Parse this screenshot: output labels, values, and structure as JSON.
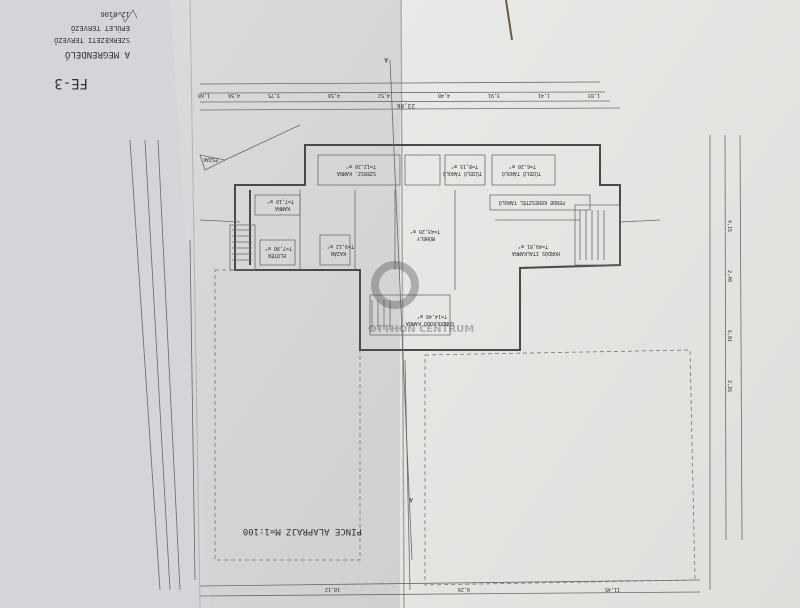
{
  "sheet": {
    "code": "FE-3",
    "title": "PINCE ALAPRAJZ M=1:100",
    "section_marker": "A",
    "north_label": "ÉSZAK",
    "watermark": "OTTHON CENTRUM"
  },
  "title_block": [
    "A MEGRENDELŐ",
    "SZERKEZETI TERVEZŐ",
    "ÉPÜLET TERVEZŐ",
    "12-0106"
  ],
  "rooms": [
    {
      "name": "MŰHELY",
      "area": "T=43,20 m²"
    },
    {
      "name": "TÜZELŐ TÁROLÓ",
      "area": "T=8,15 m²"
    },
    {
      "name": "TÜZELŐ TÁROLÓ",
      "area": "T=6,20 m²"
    },
    {
      "name": "HORDÓS ITALKAMRA",
      "area": "T=49,81 m²"
    },
    {
      "name": "KAZÁN",
      "area": "T=9,12 m²"
    },
    {
      "name": "ELŐTÉR",
      "area": "T=7,90 m²"
    },
    {
      "name": "SZERSZ. KAMRA",
      "area": "T=12,20 m²"
    },
    {
      "name": "KAMRA",
      "area": "T=7,10 m²"
    },
    {
      "name": "GONDOLKODÓ KAMRA",
      "area": "T=14,40 m²"
    },
    {
      "name": "FERDE KERESZTÉL TÁROLÓ",
      "area": ""
    }
  ],
  "dimensions": {
    "overall": "23,06",
    "top": [
      "1,03",
      "1,41",
      "3,91",
      "4,40",
      "4,52",
      "4,58",
      "3,75",
      "4,56",
      "1,60"
    ],
    "right": [
      "4,15",
      "2,40",
      "6,01",
      "2,26"
    ],
    "bottom": [
      "11,45",
      "9,29",
      "10,12"
    ]
  }
}
